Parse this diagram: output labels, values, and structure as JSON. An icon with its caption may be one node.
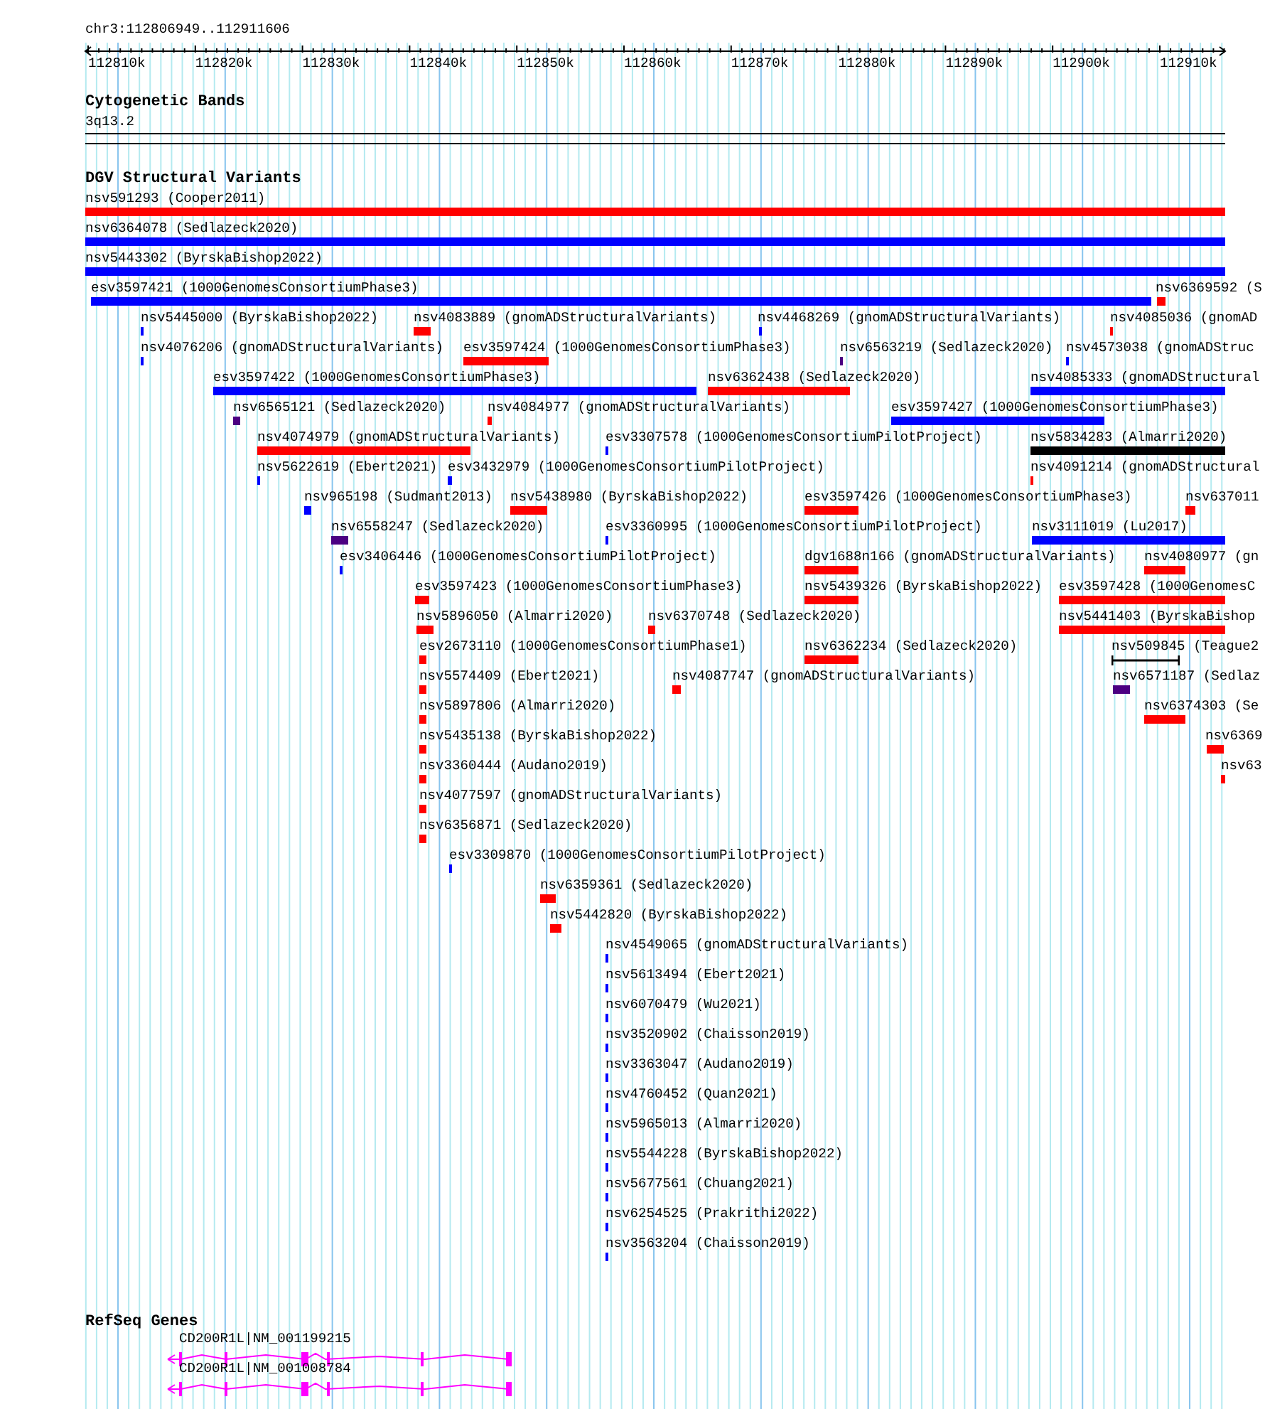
{
  "diagram": {
    "labels": [
      "chr3:112806949..112911606",
      "112810k",
      "112820k",
      "112830k",
      "112840k",
      "112850k",
      "112860k",
      "112870k",
      "112880k",
      "112890k",
      "112900k",
      "112910k",
      "Cytogenetic Bands",
      "3q13.2",
      "DGV Structural Variants",
      "nsv591293 (Cooper2011)",
      "nsv6364078 (Sedlazeck2020)",
      "nsv5443302 (ByrskaBishop2022)",
      "esv3597421 (1000GenomesConsortiumPhase3)",
      "nsv6369592 (S",
      "nsv5445000 (ByrskaBishop2022)",
      "nsv4083889 (gnomADStructuralVariants)",
      "nsv4468269 (gnomADStructuralVariants)",
      "nsv4085036 (gnomAD",
      "nsv4076206 (gnomADStructuralVariants)",
      "esv3597424 (1000GenomesConsortiumPhase3)",
      "nsv6563219 (Sedlazeck2020)",
      "nsv4573038 (gnomADStruc",
      "esv3597422 (1000GenomesConsortiumPhase3)",
      "nsv6362438 (Sedlazeck2020)",
      "nsv4085333 (gnomADStructural",
      "nsv6565121 (Sedlazeck2020)",
      "nsv4084977 (gnomADStructuralVariants)",
      "esv3597427 (1000GenomesConsortiumPhase3)",
      "nsv4074979 (gnomADStructuralVariants)",
      "esv3307578 (1000GenomesConsortiumPilotProject)",
      "nsv5834283 (Almarri2020)",
      "nsv5622619 (Ebert2021)",
      "esv3432979 (1000GenomesConsortiumPilotProject)",
      "nsv4091214 (gnomADStructural",
      "nsv965198 (Sudmant2013)",
      "nsv5438980 (ByrskaBishop2022)",
      "esv3597426 (1000GenomesConsortiumPhase3)",
      "nsv637011",
      "nsv6558247 (Sedlazeck2020)",
      "esv3360995 (1000GenomesConsortiumPilotProject)",
      "nsv3111019 (Lu2017)",
      "esv3406446 (1000GenomesConsortiumPilotProject)",
      "dgv1688n166 (gnomADStructuralVariants)",
      "nsv4080977 (gn",
      "esv3597423 (1000GenomesConsortiumPhase3)",
      "nsv5439326 (ByrskaBishop2022)",
      "esv3597428 (1000GenomesC",
      "nsv5896050 (Almarri2020)",
      "nsv6370748 (Sedlazeck2020)",
      "nsv5441403 (ByrskaBishop",
      "esv2673110 (1000GenomesConsortiumPhase1)",
      "nsv6362234 (Sedlazeck2020)",
      "nsv509845 (Teague2",
      "nsv5574409 (Ebert2021)",
      "nsv4087747 (gnomADStructuralVariants)",
      "nsv6571187 (Sedlaz",
      "nsv5897806 (Almarri2020)",
      "nsv6374303 (Se",
      "nsv5435138 (ByrskaBishop2022)",
      "nsv6369",
      "nsv3360444 (Audano2019)",
      "nsv63",
      "nsv4077597 (gnomADStructuralVariants)",
      "nsv6356871 (Sedlazeck2020)",
      "esv3309870 (1000GenomesConsortiumPilotProject)",
      "nsv6359361 (Sedlazeck2020)",
      "nsv5442820 (ByrskaBishop2022)",
      "nsv4549065 (gnomADStructuralVariants)",
      "nsv5613494 (Ebert2021)",
      "nsv6070479 (Wu2021)",
      "nsv3520902 (Chaisson2019)",
      "nsv3363047 (Audano2019)",
      "nsv4760452 (Quan2021)",
      "nsv5965013 (Almarri2020)",
      "nsv5544228 (ByrskaBishop2022)",
      "nsv5677561 (Chuang2021)",
      "nsv6254525 (Prakrithi2022)",
      "nsv3563204 (Chaisson2019)",
      "RefSeq Genes",
      "CD200R1L|NM_001199215",
      "CD200R1L|NM_001008784"
    ]
  }
}
